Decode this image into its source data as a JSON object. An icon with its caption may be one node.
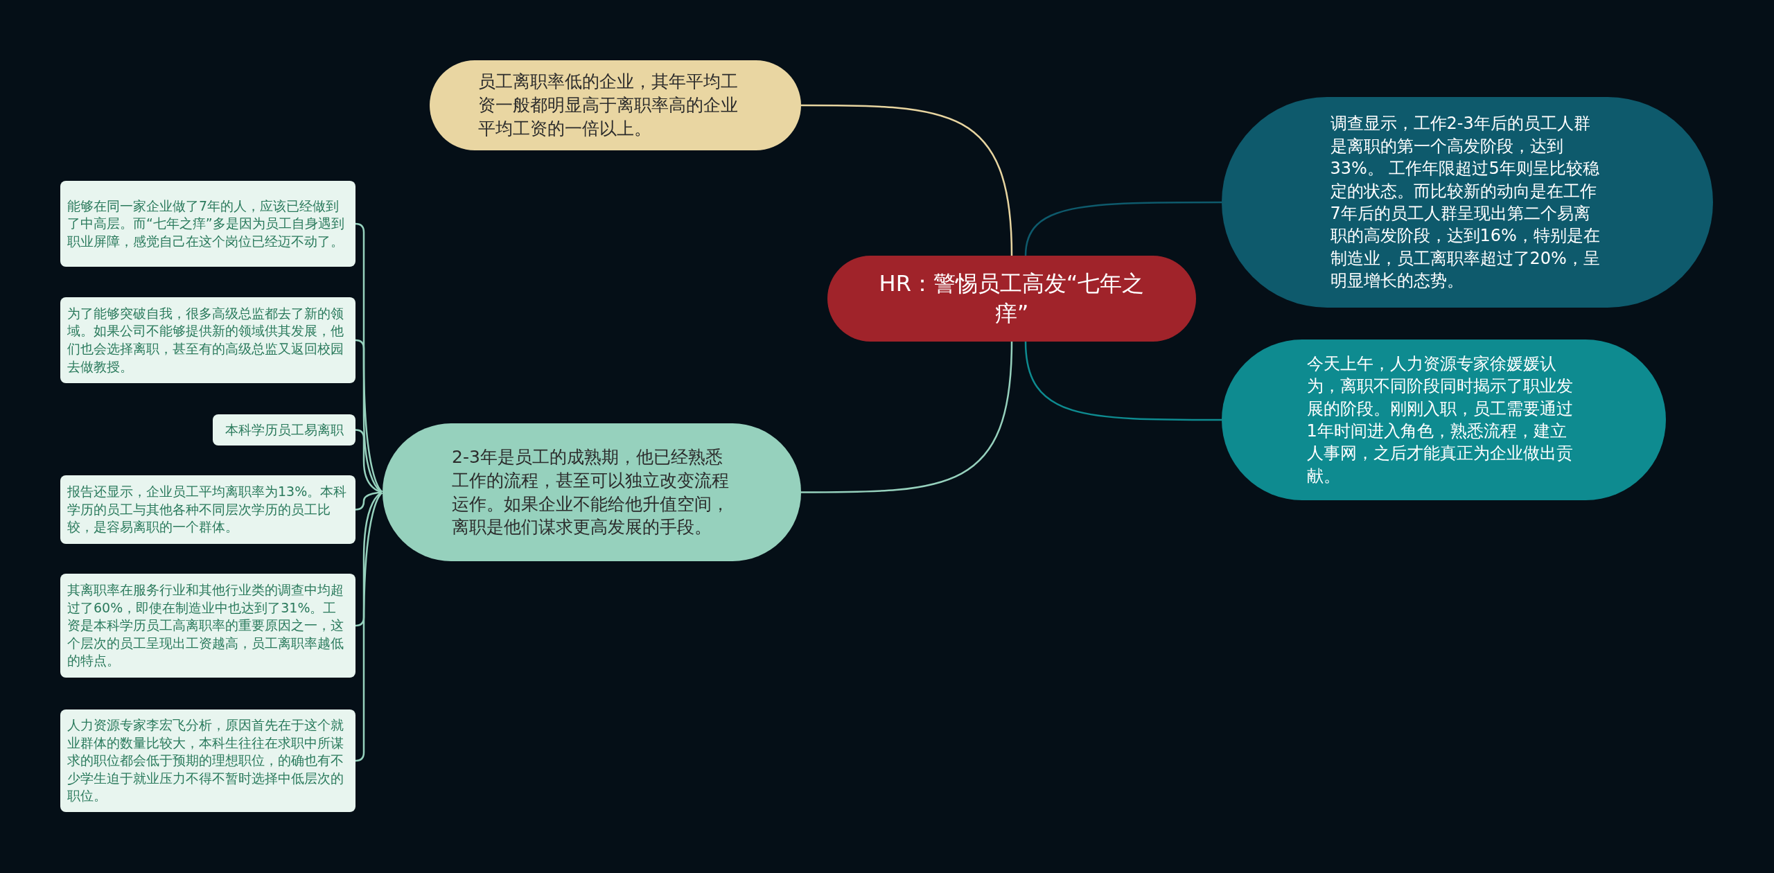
{
  "diagram": {
    "nodes": [
      {
        "text": [
          "HR：警惕员工高发“七年之痒”"
        ]
      },
      {
        "text": [
          "员工离职率低的企业，其年平均工资一般都明显高于离职率高的企业平均工资的一倍以上。"
        ]
      },
      {
        "text": [
          "2-3年是员工的成熟期，他已经熟悉工作的流程，甚至可以独立改变流程运作。如果企业不能给他升值空间，离职是他们谋求更高发展的手段。"
        ]
      },
      {
        "text": [
          "调查显示，工作2-3年后的员工人群是离职的第一个高发阶段，达到33%。 工作年限超过5年则呈比较稳定的状态。而比较新的动向是在工作7年后的员工人群呈现出第二个易离职的高发阶段，达到16%，特别是在制造业，员工离职率超过了20%，呈明显增长的态势。"
        ]
      },
      {
        "text": [
          "今天上午，人力资源专家徐媛媛认为，离职不同阶段同时揭示了职业发展的阶段。刚刚入职，员工需要通过1年时间进入角色，熟悉流程，建立人事网，之后才能真正为企业做出贡献。"
        ]
      },
      {
        "text": [
          "能够在同一家企业做了7年的人，应该已经做到了中高层。而“七年之痒”多是因为员工自身遇到职业屏障，感觉自己在这个岗位已经迈不动了。"
        ]
      },
      {
        "text": [
          "为了能够突破自我，很多高级总监都去了新的领域。如果公司不能够提供新的领域供其发展，他们也会选择离职，甚至有的高级总监又返回校园去做教授。"
        ]
      },
      {
        "text": [
          "本科学历员工易离职"
        ]
      },
      {
        "text": [
          "报告还显示，企业员工平均离职率为13%。本科学历的员工与其他各种不同层次学历的员工比较，是容易离职的一个群体。"
        ]
      },
      {
        "text": [
          "其离职率在服务行业和其他行业类的调查中均超过了60%，即使在制造业中也达到了31%。工资是本科学历员工高离职率的重要原因之一，这个层次的员工呈现出工资越高，员工离职率越低的特点。"
        ]
      },
      {
        "text": [
          "人力资源专家李宏飞分析，原因首先在于这个就业群体的数量比较大，本科生往往在求职中所谋求的职位都会低于预期的理想职位，的确也有不少学生迫于就业压力不得不暂时选择中低层次的职位。"
        ]
      }
    ],
    "edges": [
      {
        "from": 0,
        "to": 1,
        "arrow": "none",
        "color": "#e8d5a0"
      },
      {
        "from": 0,
        "to": 2,
        "arrow": "none"
      },
      {
        "from": 0,
        "to": 3,
        "arrow": "none",
        "color": "#0e5a6c"
      },
      {
        "from": 0,
        "to": 4,
        "arrow": "none",
        "color": "#0e8b90"
      },
      {
        "from": 2,
        "to": 5,
        "arrow": "none"
      },
      {
        "from": 2,
        "to": 6,
        "arrow": "none"
      },
      {
        "from": 2,
        "to": 7,
        "arrow": "none"
      },
      {
        "from": 2,
        "to": 8,
        "arrow": "none"
      },
      {
        "from": 2,
        "to": 9,
        "arrow": "none"
      },
      {
        "from": 2,
        "to": 10,
        "arrow": "none"
      }
    ]
  }
}
